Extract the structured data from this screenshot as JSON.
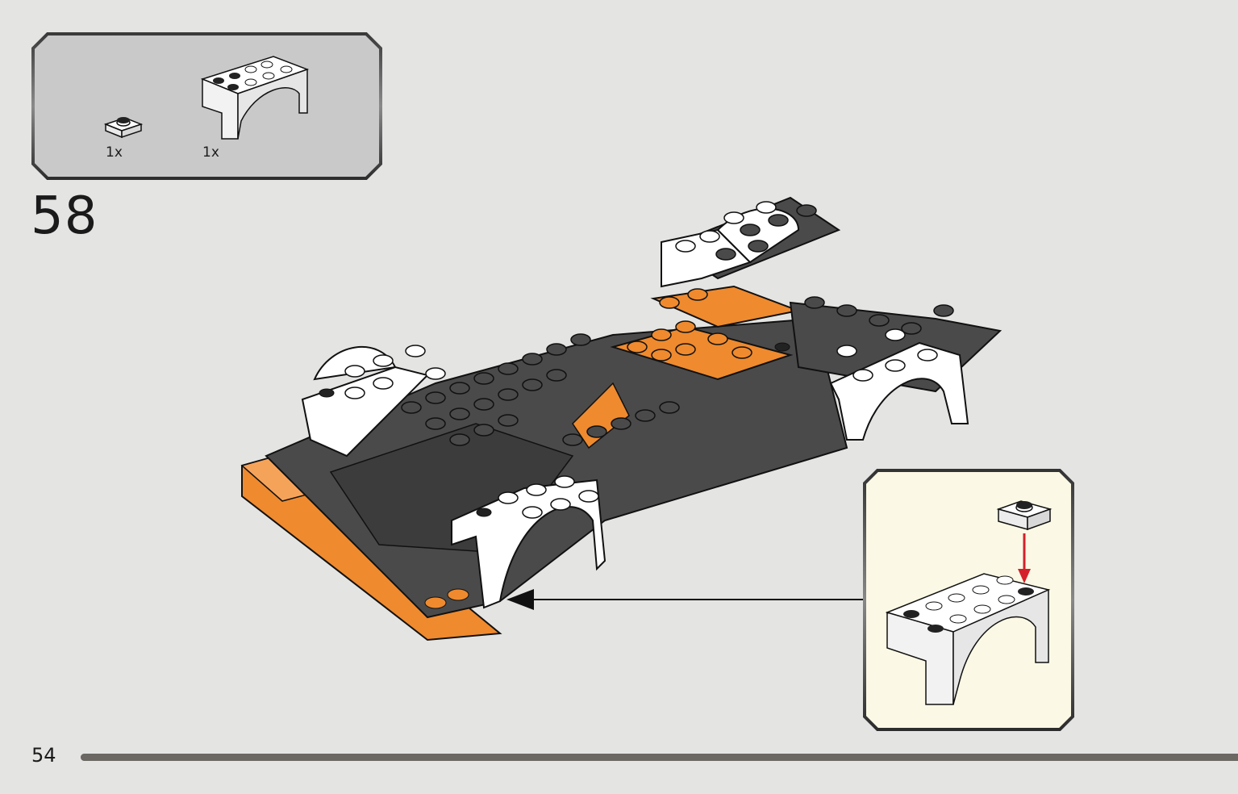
{
  "parts_list": {
    "items": [
      {
        "part": "plate-1x1-white",
        "quantity": "1x"
      },
      {
        "part": "mudguard-arch-white",
        "quantity": "1x"
      }
    ]
  },
  "step": {
    "number": "58"
  },
  "page": {
    "number": "54"
  },
  "progress": {
    "fraction": 1.0
  },
  "colors": {
    "background": "#e4e4e3",
    "parts_panel": "#c9c9c9",
    "subassembly_panel": "#fbf9e5",
    "orange": "#ef8a2e",
    "dark_grey": "#4a4a4a",
    "white_brick": "#ffffff",
    "arrow_red": "#d4202a"
  }
}
